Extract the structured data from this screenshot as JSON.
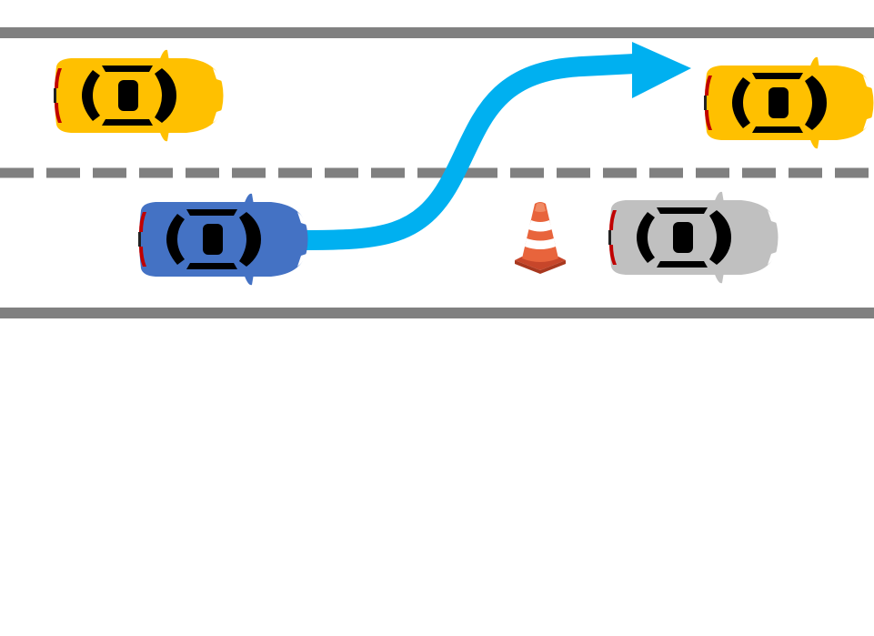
{
  "colors": {
    "background": "#ffffff",
    "road_edge": "#808080",
    "lane_divider": "#808080",
    "arrow": "#00b0f0",
    "car_yellow": "#ffc000",
    "car_blue": "#4472c4",
    "car_gray": "#c0c0c0",
    "car_window": "#000000",
    "car_taillight": "#c00000",
    "cone_orange": "#e8643c",
    "cone_stripe": "#ffffff"
  },
  "scene": {
    "road": {
      "lanes": 2,
      "edge_style": "solid",
      "divider_style": "dashed"
    },
    "vehicles": [
      {
        "id": "yellow-car-rear",
        "color": "car_yellow",
        "lane": "upper",
        "heading": "right"
      },
      {
        "id": "yellow-car-front",
        "color": "car_yellow",
        "lane": "upper",
        "heading": "right"
      },
      {
        "id": "ego-car-blue",
        "color": "car_blue",
        "lane": "lower",
        "heading": "right"
      },
      {
        "id": "stopped-car-gray",
        "color": "car_gray",
        "lane": "lower",
        "heading": "right"
      }
    ],
    "obstacle": {
      "type": "traffic-cone",
      "lane": "lower"
    },
    "maneuver": {
      "type": "lane-change",
      "from_lane": "lower",
      "to_lane": "upper",
      "direction": "left"
    }
  }
}
